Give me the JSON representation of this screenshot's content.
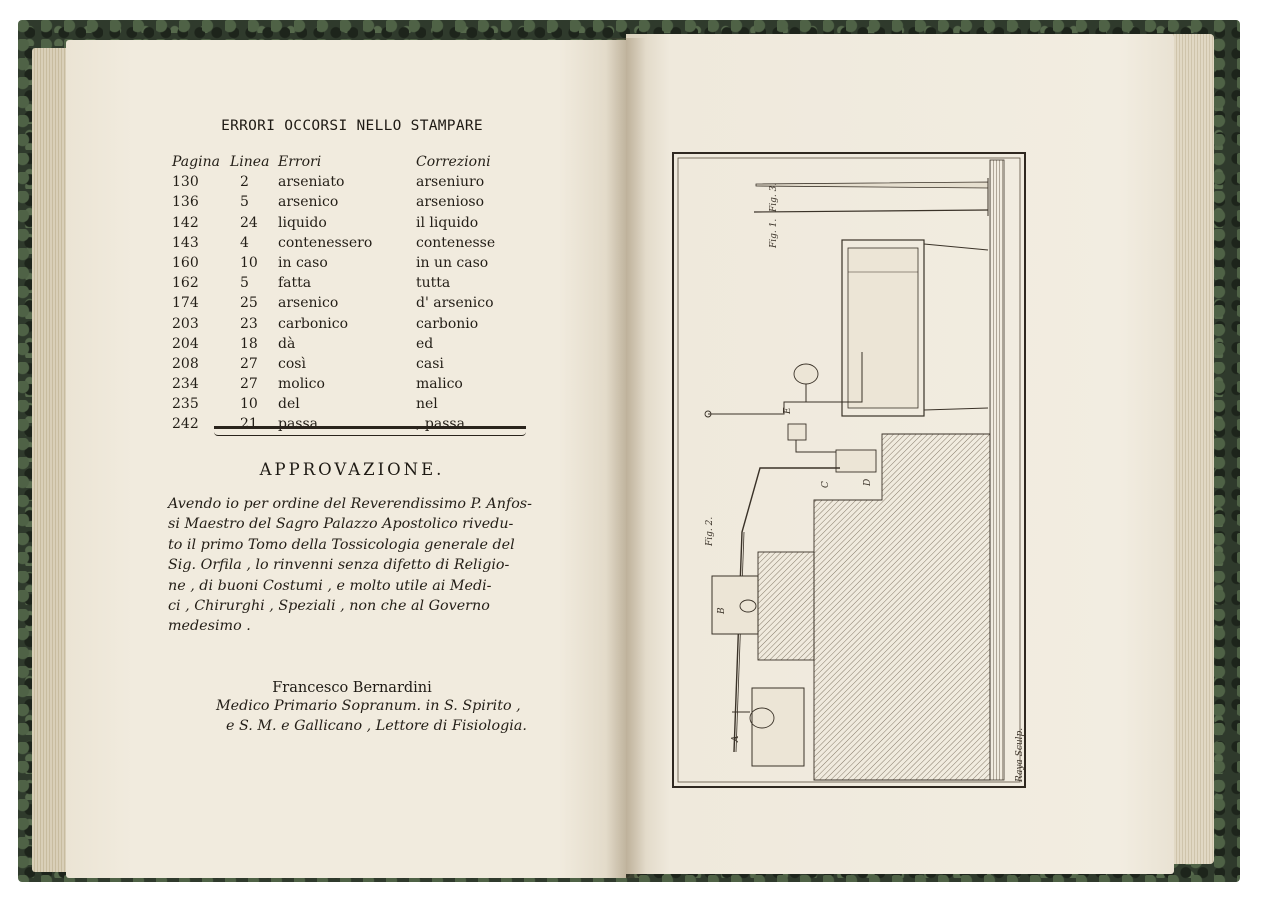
{
  "left_page": {
    "heading": "ERRORI OCCORSI NELLO STAMPARE",
    "errata": {
      "headers": [
        "Pagina",
        "Linea",
        "Errori",
        "Correzioni"
      ],
      "rows": [
        [
          "130",
          "2",
          "arseniato",
          "arseniuro"
        ],
        [
          "136",
          "5",
          "arsenico",
          "arsenioso"
        ],
        [
          "142",
          "24",
          "liquido",
          "il liquido"
        ],
        [
          "143",
          "4",
          "contenessero",
          "contenesse"
        ],
        [
          "160",
          "10",
          "in caso",
          "in un caso"
        ],
        [
          "162",
          "5",
          "fatta",
          "tutta"
        ],
        [
          "174",
          "25",
          "arsenico",
          "d' arsenico"
        ],
        [
          "203",
          "23",
          "carbonico",
          "carbonio"
        ],
        [
          "204",
          "18",
          "dà",
          "ed"
        ],
        [
          "208",
          "27",
          "così",
          "casi"
        ],
        [
          "234",
          "27",
          "molico",
          "malico"
        ],
        [
          "235",
          "10",
          "del",
          "nel"
        ],
        [
          "242",
          "21",
          "passa",
          ", passa"
        ]
      ]
    },
    "approvazione_title": "APPROVAZIONE.",
    "approvazione_lines": [
      "Avendo io per ordine del Reverendissimo P. Anfos-",
      "si Maestro del Sagro Palazzo Apostolico rivedu-",
      "to il primo Tomo della Tossicologia generale del",
      "Sig. Orfila , lo rinvenni senza difetto di Religio-",
      "ne , di buoni Costumi , e molto utile ai Medi-",
      "ci , Chirurghi , Speziali , non che al Governo",
      "medesimo ."
    ],
    "signature": {
      "name": "Francesco Bernardini",
      "line1": "Medico Primario Sopranum. in S. Spirito ,",
      "line2": "e S. M. e Gallicano , Lettore di Fisiologia."
    }
  },
  "right_page": {
    "plate_labels": {
      "fig1": "Fig. 1.",
      "fig3": "Fig. 3.",
      "fig2": "Fig. 2.",
      "engraver": "Raya Sculp.",
      "letters": [
        "A",
        "B",
        "C",
        "D",
        "E"
      ]
    }
  }
}
